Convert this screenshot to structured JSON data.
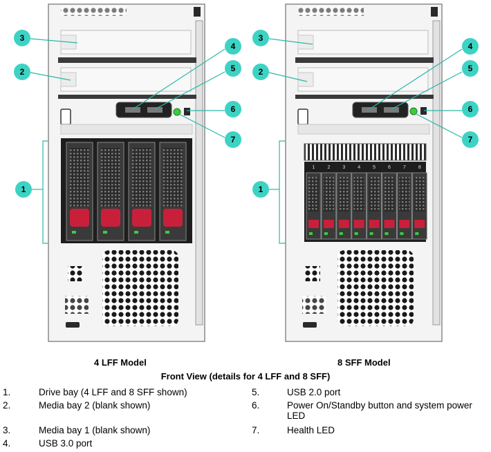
{
  "models": {
    "left": "4 LFF Model",
    "right": "8 SFF Model"
  },
  "caption": "Front View (details for 4 LFF and 8 SFF)",
  "callouts": [
    "1",
    "2",
    "3",
    "4",
    "5",
    "6",
    "7"
  ],
  "legend": {
    "left": [
      {
        "num": "1.",
        "text": "Drive bay (4 LFF and 8 SFF shown)"
      },
      {
        "num": "2.",
        "text": "Media bay 2 (blank shown)"
      },
      {
        "num": "3.",
        "text": "Media bay 1 (blank shown)"
      },
      {
        "num": "4.",
        "text": "USB 3.0 port"
      }
    ],
    "right": [
      {
        "num": "5.",
        "text": "USB 2.0 port"
      },
      {
        "num": "6.",
        "text": "Power On/Standby button and system power LED"
      },
      {
        "num": "7.",
        "text": "Health LED"
      }
    ]
  },
  "drive_slot_labels": [
    "1",
    "2",
    "3",
    "4",
    "5",
    "6",
    "7",
    "8"
  ],
  "colors": {
    "callout": "#3dd3c4",
    "leader": "#2bb7a8",
    "drive_latch": "#c8203a",
    "led_green": "#3ccc3c",
    "chassis": "#f4f4f4",
    "bezel_dark": "#1e1e1e"
  }
}
